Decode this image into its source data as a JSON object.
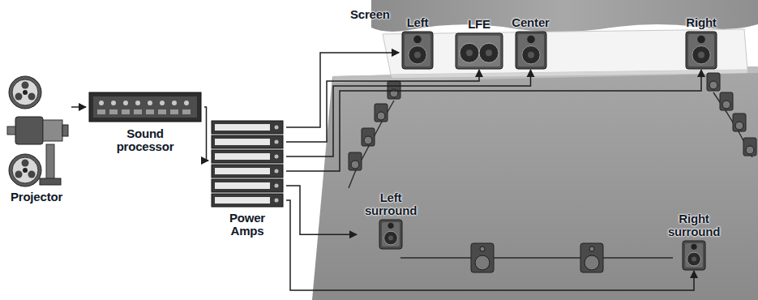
{
  "diagram": {
    "nodes": [
      {
        "text": [
          "Projector"
        ]
      },
      {
        "text": [
          "Sound processor"
        ]
      },
      {
        "text": [
          "Power Amps"
        ]
      },
      {
        "text": [
          "Screen"
        ]
      },
      {
        "text": [
          "Left"
        ],
        "in": 3
      },
      {
        "text": [
          "LFE"
        ],
        "in": 3
      },
      {
        "text": [
          "Center"
        ],
        "in": 3
      },
      {
        "text": [
          "Right"
        ],
        "in": 3
      },
      {
        "text": [
          "Left surround"
        ]
      },
      {
        "text": [
          "Right surround"
        ]
      }
    ],
    "edges": [
      {
        "from": 0,
        "to": 1,
        "arrow": "to"
      },
      {
        "from": 1,
        "to": 2,
        "arrow": "to"
      },
      {
        "from": 2,
        "to": 4,
        "arrow": "to"
      },
      {
        "from": 2,
        "to": 5,
        "arrow": "to"
      },
      {
        "from": 2,
        "to": 6,
        "arrow": "to"
      },
      {
        "from": 2,
        "to": 7,
        "arrow": "to"
      },
      {
        "from": 2,
        "to": 8,
        "arrow": "to"
      },
      {
        "from": 2,
        "to": 9,
        "arrow": "to"
      }
    ]
  }
}
